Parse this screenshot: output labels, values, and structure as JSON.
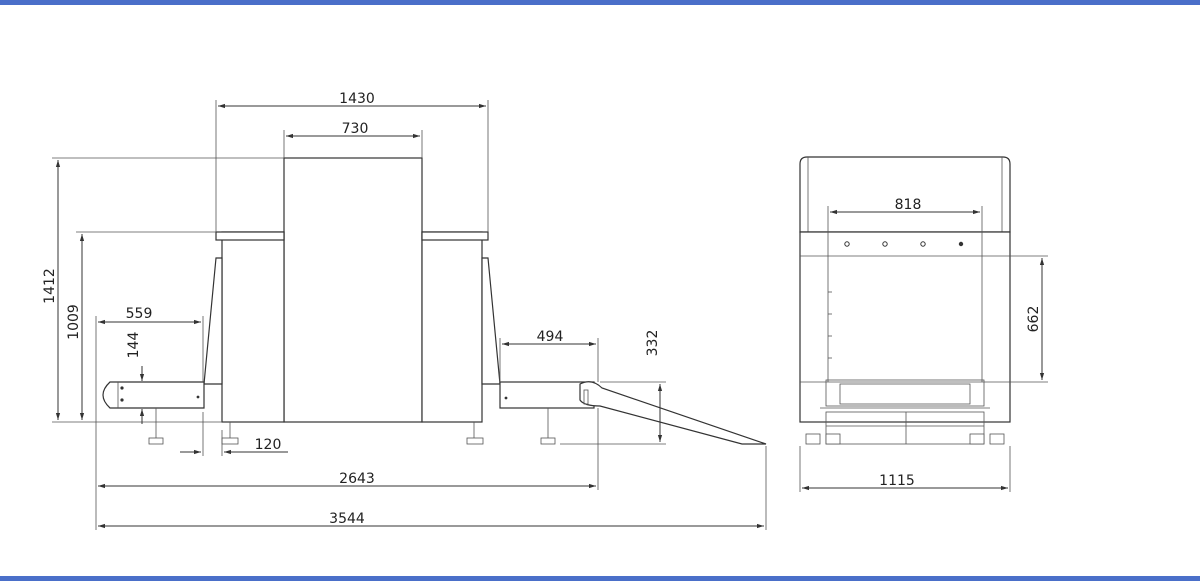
{
  "colors": {
    "band": "#4a6fc9",
    "line": "#333333"
  },
  "side_view": {
    "overall_width": "1430",
    "tunnel_width": "730",
    "overall_height": "1412",
    "conveyor_top_height": "1009",
    "entry_conveyor_length": "559",
    "roller_height": "144",
    "exit_conveyor_length": "494",
    "ramp_height": "332",
    "foot_offset": "120",
    "length_without_ramp": "2643",
    "total_length": "3544"
  },
  "front_view": {
    "tunnel_inner_width": "818",
    "tunnel_inner_height": "662",
    "overall_width": "1115"
  }
}
